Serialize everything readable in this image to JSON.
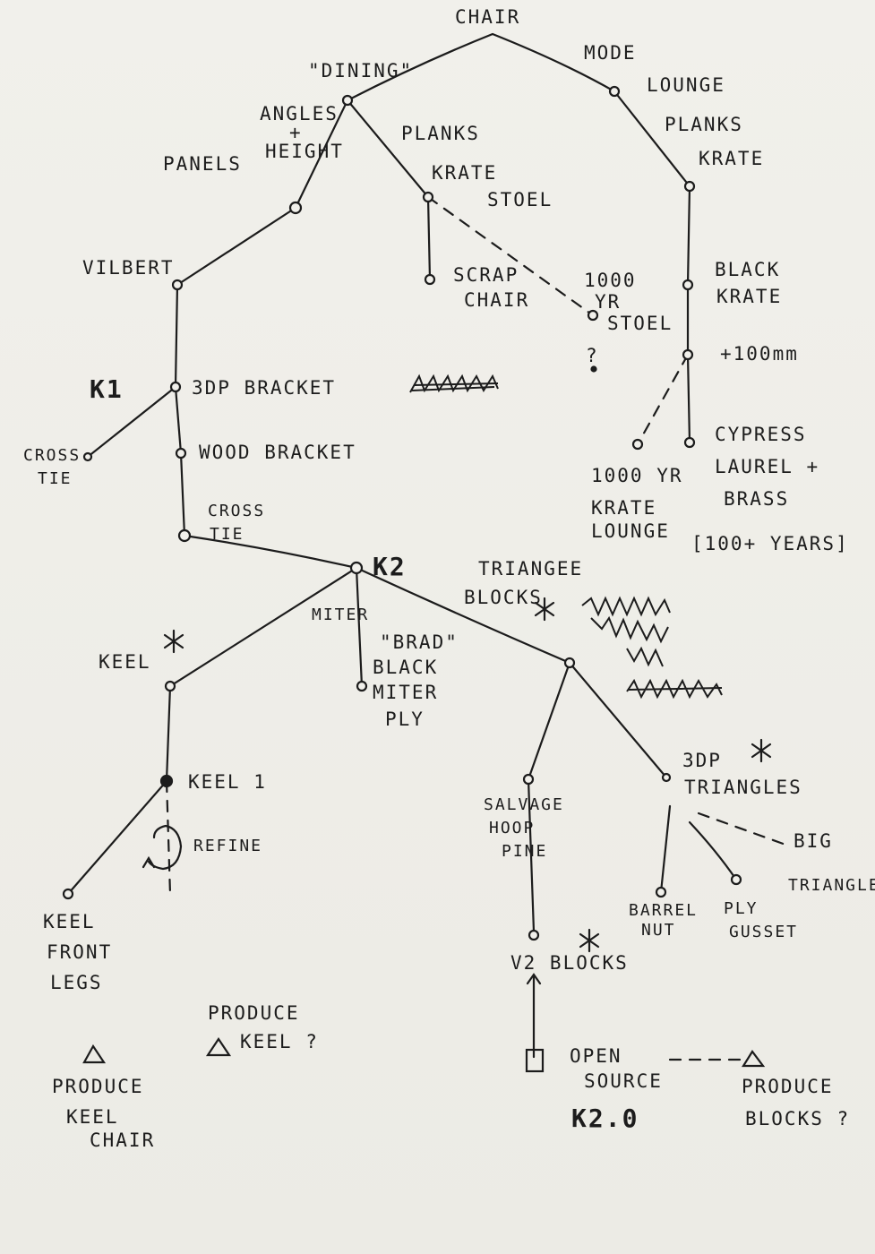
{
  "labels": {
    "chair": "CHAIR",
    "mode": "MODE",
    "dining": "\"DINING\"",
    "lounge": "LOUNGE",
    "angles": "ANGLES",
    "plus_sign": "+",
    "height": "HEIGHT",
    "planks_left": "PLANKS",
    "planks_right": "PLANKS",
    "panels": "PANELS",
    "krate_stoel_1": "KRATE",
    "krate_stoel_2": "STOEL",
    "krate_right": "KRATE",
    "vilbert": "VILBERT",
    "scrap_1": "SCRAP",
    "scrap_2": "CHAIR",
    "thousand_stoel_1": "1000",
    "thousand_stoel_2": "YR",
    "thousand_stoel_3": "STOEL",
    "question_1": "?",
    "black_krate_1": "BLACK",
    "black_krate_2": "KRATE",
    "plus100": "+100mm",
    "k1": "K1",
    "bracket_3dp": "3DP BRACKET",
    "wood_bracket": "WOOD BRACKET",
    "cross_tie_left_1": "CROSS",
    "cross_tie_left_2": "TIE",
    "thousand_krate_1": "1000 YR",
    "thousand_krate_2": "KRATE",
    "thousand_krate_3": "LOUNGE",
    "cypress_1": "CYPRESS",
    "cypress_2": "LAUREL +",
    "cypress_3": "BRASS",
    "hundred_years": "[100+ YEARS]",
    "cross_tie_mid_1": "CROSS",
    "cross_tie_mid_2": "TIE",
    "k2": "K2",
    "triangle_blocks_1": "TRIANGEE",
    "triangle_blocks_2": "BLOCKS",
    "miter": "MITER",
    "keel": "KEEL",
    "brad_1": "\"BRAD\"",
    "brad_2": "BLACK",
    "brad_3": "MITER",
    "brad_4": "PLY",
    "keel1": "KEEL 1",
    "refine": "REFINE",
    "bolt_3dp": "3DP",
    "triangles": "TRIANGLES",
    "salvage_1": "SALVAGE",
    "salvage_2": "HOOP",
    "salvage_3": "PINE",
    "big_tri_1": "BIG",
    "big_tri_2": "TRIANGLE",
    "keel_front_1": "KEEL",
    "keel_front_2": "FRONT",
    "keel_front_3": "LEGS",
    "barrel_1": "BARREL",
    "barrel_2": "NUT",
    "ply_gusset_1": "PLY",
    "ply_gusset_2": "GUSSET",
    "v2_blocks": "V2 BLOCKS",
    "produce_keel_1": "PRODUCE",
    "produce_keel_2": "KEEL ?",
    "produce_keel_chair_1": "PRODUCE",
    "produce_keel_chair_2": "KEEL",
    "produce_keel_chair_3": "CHAIR",
    "open_source_1": "OPEN",
    "open_source_2": "SOURCE",
    "k2_0": "K2.0",
    "produce_blocks_1": "PRODUCE",
    "produce_blocks_2": "BLOCKS ?"
  },
  "icons": {
    "star": "asterisk-icon",
    "triangle": "triangle-icon",
    "box": "square-icon"
  },
  "colors": {
    "ink": "#1c1c1c",
    "paper": "#f1f0eb"
  }
}
